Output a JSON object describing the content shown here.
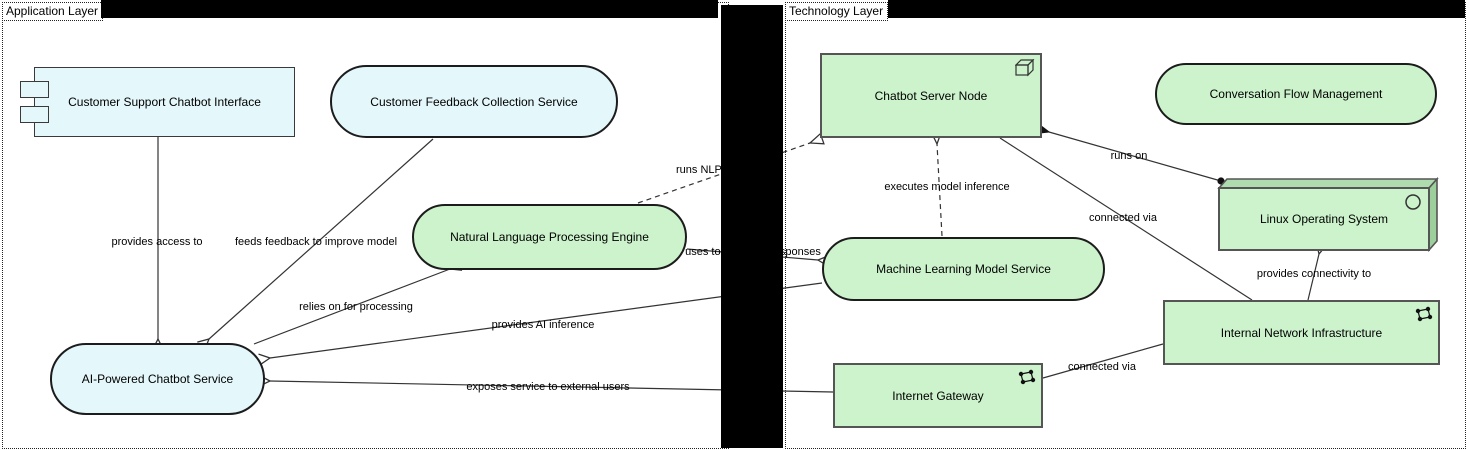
{
  "diagram": {
    "layers": {
      "application": {
        "label": "Application Layer"
      },
      "technology": {
        "label": "Technology Layer"
      }
    },
    "elements": {
      "customer_support_chatbot_interface": {
        "label": "Customer Support Chatbot Interface",
        "type": "application-component"
      },
      "customer_feedback_collection_service": {
        "label": "Customer Feedback Collection Service",
        "type": "application-service"
      },
      "natural_language_processing_engine": {
        "label": "Natural Language Processing Engine",
        "type": "application-service"
      },
      "ai_powered_chatbot_service": {
        "label": "AI-Powered Chatbot Service",
        "type": "application-service"
      },
      "chatbot_server_node": {
        "label": "Chatbot Server Node",
        "type": "node",
        "icon": "node-cube-icon"
      },
      "conversation_flow_management": {
        "label": "Conversation Flow Management",
        "type": "technology-service"
      },
      "linux_operating_system": {
        "label": "Linux Operating System",
        "type": "system-software",
        "icon": "circle-icon"
      },
      "machine_learning_model_service": {
        "label": "Machine Learning Model Service",
        "type": "technology-service"
      },
      "internal_network_infrastructure": {
        "label": "Internal Network Infrastructure",
        "type": "communication-network",
        "icon": "network-icon"
      },
      "internet_gateway": {
        "label": "Internet Gateway",
        "type": "communication-network",
        "icon": "network-icon"
      }
    },
    "relationships": {
      "provides_access_to": {
        "label": "provides access to"
      },
      "feeds_feedback_to_improve_model": {
        "label": "feeds feedback to improve model"
      },
      "relies_on_for_processing": {
        "label": "relies on for processing"
      },
      "runs_nlp": {
        "label": "runs NLP"
      },
      "uses_to_generate_responses": {
        "label": "uses to generate responses"
      },
      "executes_model_inference": {
        "label": "executes model inference"
      },
      "runs_on": {
        "label": "runs on"
      },
      "connected_via_node": {
        "label": "connected via"
      },
      "provides_connectivity_to": {
        "label": "provides connectivity to"
      },
      "provides_ai_inference": {
        "label": "provides AI inference"
      },
      "exposes_service_to_external_users": {
        "label": "exposes service to external users"
      },
      "connected_via_gateway": {
        "label": "connected via"
      }
    },
    "colors": {
      "application_fill": "#e4f7fb",
      "technology_fill": "#ccf3cc",
      "technology_fill_dark": "#aedcae",
      "element_border": "#555555",
      "stadium_border": "#1c1c1c",
      "line": "#333333",
      "redaction": "#000000"
    }
  }
}
